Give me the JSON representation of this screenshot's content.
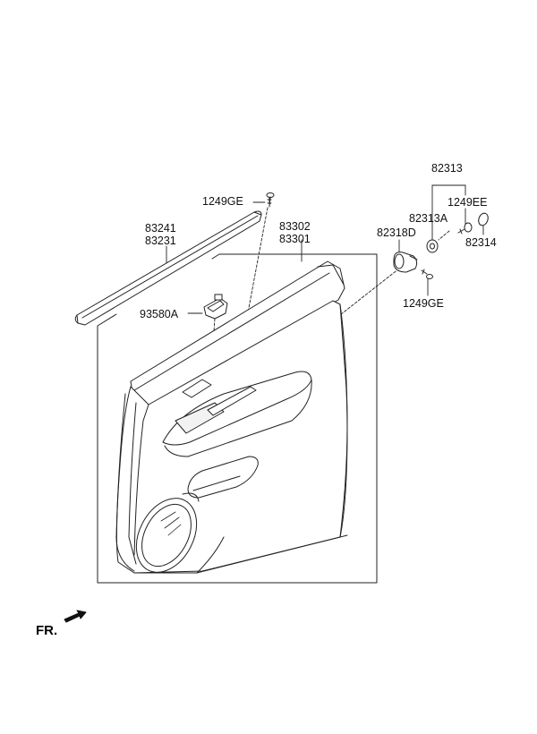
{
  "diagram": {
    "labels": {
      "p82313": "82313",
      "p1249ee": "1249EE",
      "p82313a": "82313A",
      "p82318d": "82318D",
      "p82314": "82314",
      "p1249ge_top": "1249GE",
      "p1249ge_right": "1249GE",
      "p83302": "83302",
      "p83301": "83301",
      "p83241": "83241",
      "p83231": "83231",
      "p93580a": "93580A"
    },
    "direction": {
      "label": "FR."
    },
    "colors": {
      "line": "#222222",
      "fill": "#ffffff",
      "shade": "#e6e6e6"
    }
  }
}
